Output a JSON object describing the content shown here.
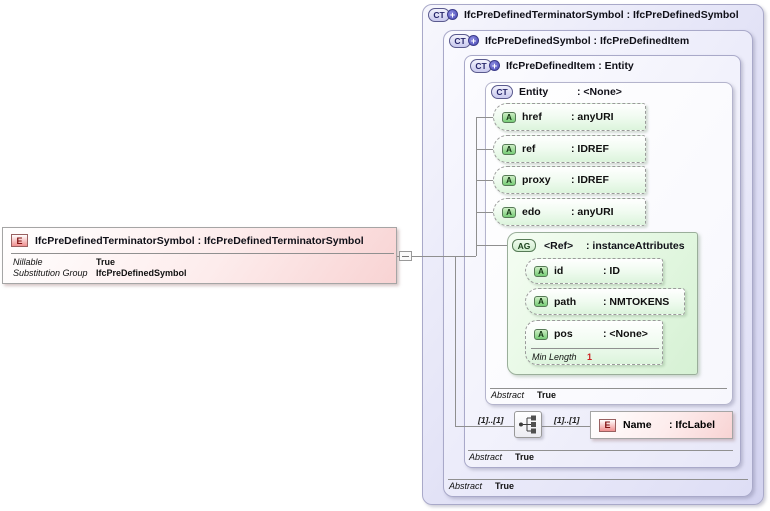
{
  "icons": {
    "ct": "CT",
    "plus": "+",
    "a": "A",
    "ag": "AG",
    "e": "E"
  },
  "colors": {
    "element_pink": "#f8d3d3",
    "type_lavender": "#d3d3f0",
    "attribute_green": "#dcf4dc",
    "facet_value_red": "#cc2222",
    "connector_gray": "#8f8f8f"
  },
  "left_element": {
    "title": "IfcPreDefinedTerminatorSymbol : IfcPreDefinedTerminatorSymbol",
    "facets": [
      {
        "label": "Nillable",
        "value": "True"
      },
      {
        "label": "Substitution Group",
        "value": "IfcPreDefinedSymbol"
      }
    ]
  },
  "type_boxes": {
    "outer": {
      "title": "IfcPreDefinedTerminatorSymbol : IfcPreDefinedSymbol"
    },
    "middle": {
      "title": "IfcPreDefinedSymbol : IfcPreDefinedItem",
      "abstract": {
        "label": "Abstract",
        "value": "True"
      }
    },
    "inner": {
      "title": "IfcPreDefinedItem : Entity",
      "abstract": {
        "label": "Abstract",
        "value": "True"
      }
    },
    "entity": {
      "name": "Entity",
      "type": ": <None>",
      "abstract": {
        "label": "Abstract",
        "value": "True"
      }
    }
  },
  "attributes": [
    {
      "name": "href",
      "type": ": anyURI"
    },
    {
      "name": "ref",
      "type": ": IDREF"
    },
    {
      "name": "proxy",
      "type": ": IDREF"
    },
    {
      "name": "edo",
      "type": ": anyURI"
    }
  ],
  "attribute_group": {
    "name": "<Ref>",
    "type": ": instanceAttributes",
    "attributes": [
      {
        "name": "id",
        "type": ": ID"
      },
      {
        "name": "path",
        "type": ": NMTOKENS"
      },
      {
        "name": "pos",
        "type": ": <None>",
        "facet": {
          "label": "Min Length",
          "value": "1"
        }
      }
    ]
  },
  "sequence": {
    "left_cardinality": "[1]..[1]",
    "right_cardinality": "[1]..[1]",
    "element": {
      "name": "Name",
      "type": ": IfcLabel"
    }
  }
}
